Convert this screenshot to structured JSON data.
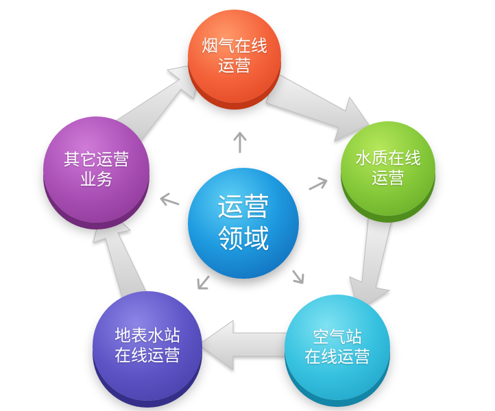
{
  "center": {
    "label": "运营\n领域",
    "color": "#1f9be0"
  },
  "nodes": [
    {
      "id": "smoke",
      "label": "烟气在线\n运营",
      "color": "#f4623a"
    },
    {
      "id": "water",
      "label": "水质在线\n运营",
      "color": "#86c93a"
    },
    {
      "id": "air",
      "label": "空气站\n在线运营",
      "color": "#37c2e0"
    },
    {
      "id": "surface",
      "label": "地表水站\n在线运营",
      "color": "#5e54c6"
    },
    {
      "id": "other",
      "label": "其它运营\n业务",
      "color": "#a94fb5"
    }
  ],
  "colors": {
    "cycle_arrow": "#d6d6d6",
    "spoke_arrow": "#a8a8a8"
  }
}
